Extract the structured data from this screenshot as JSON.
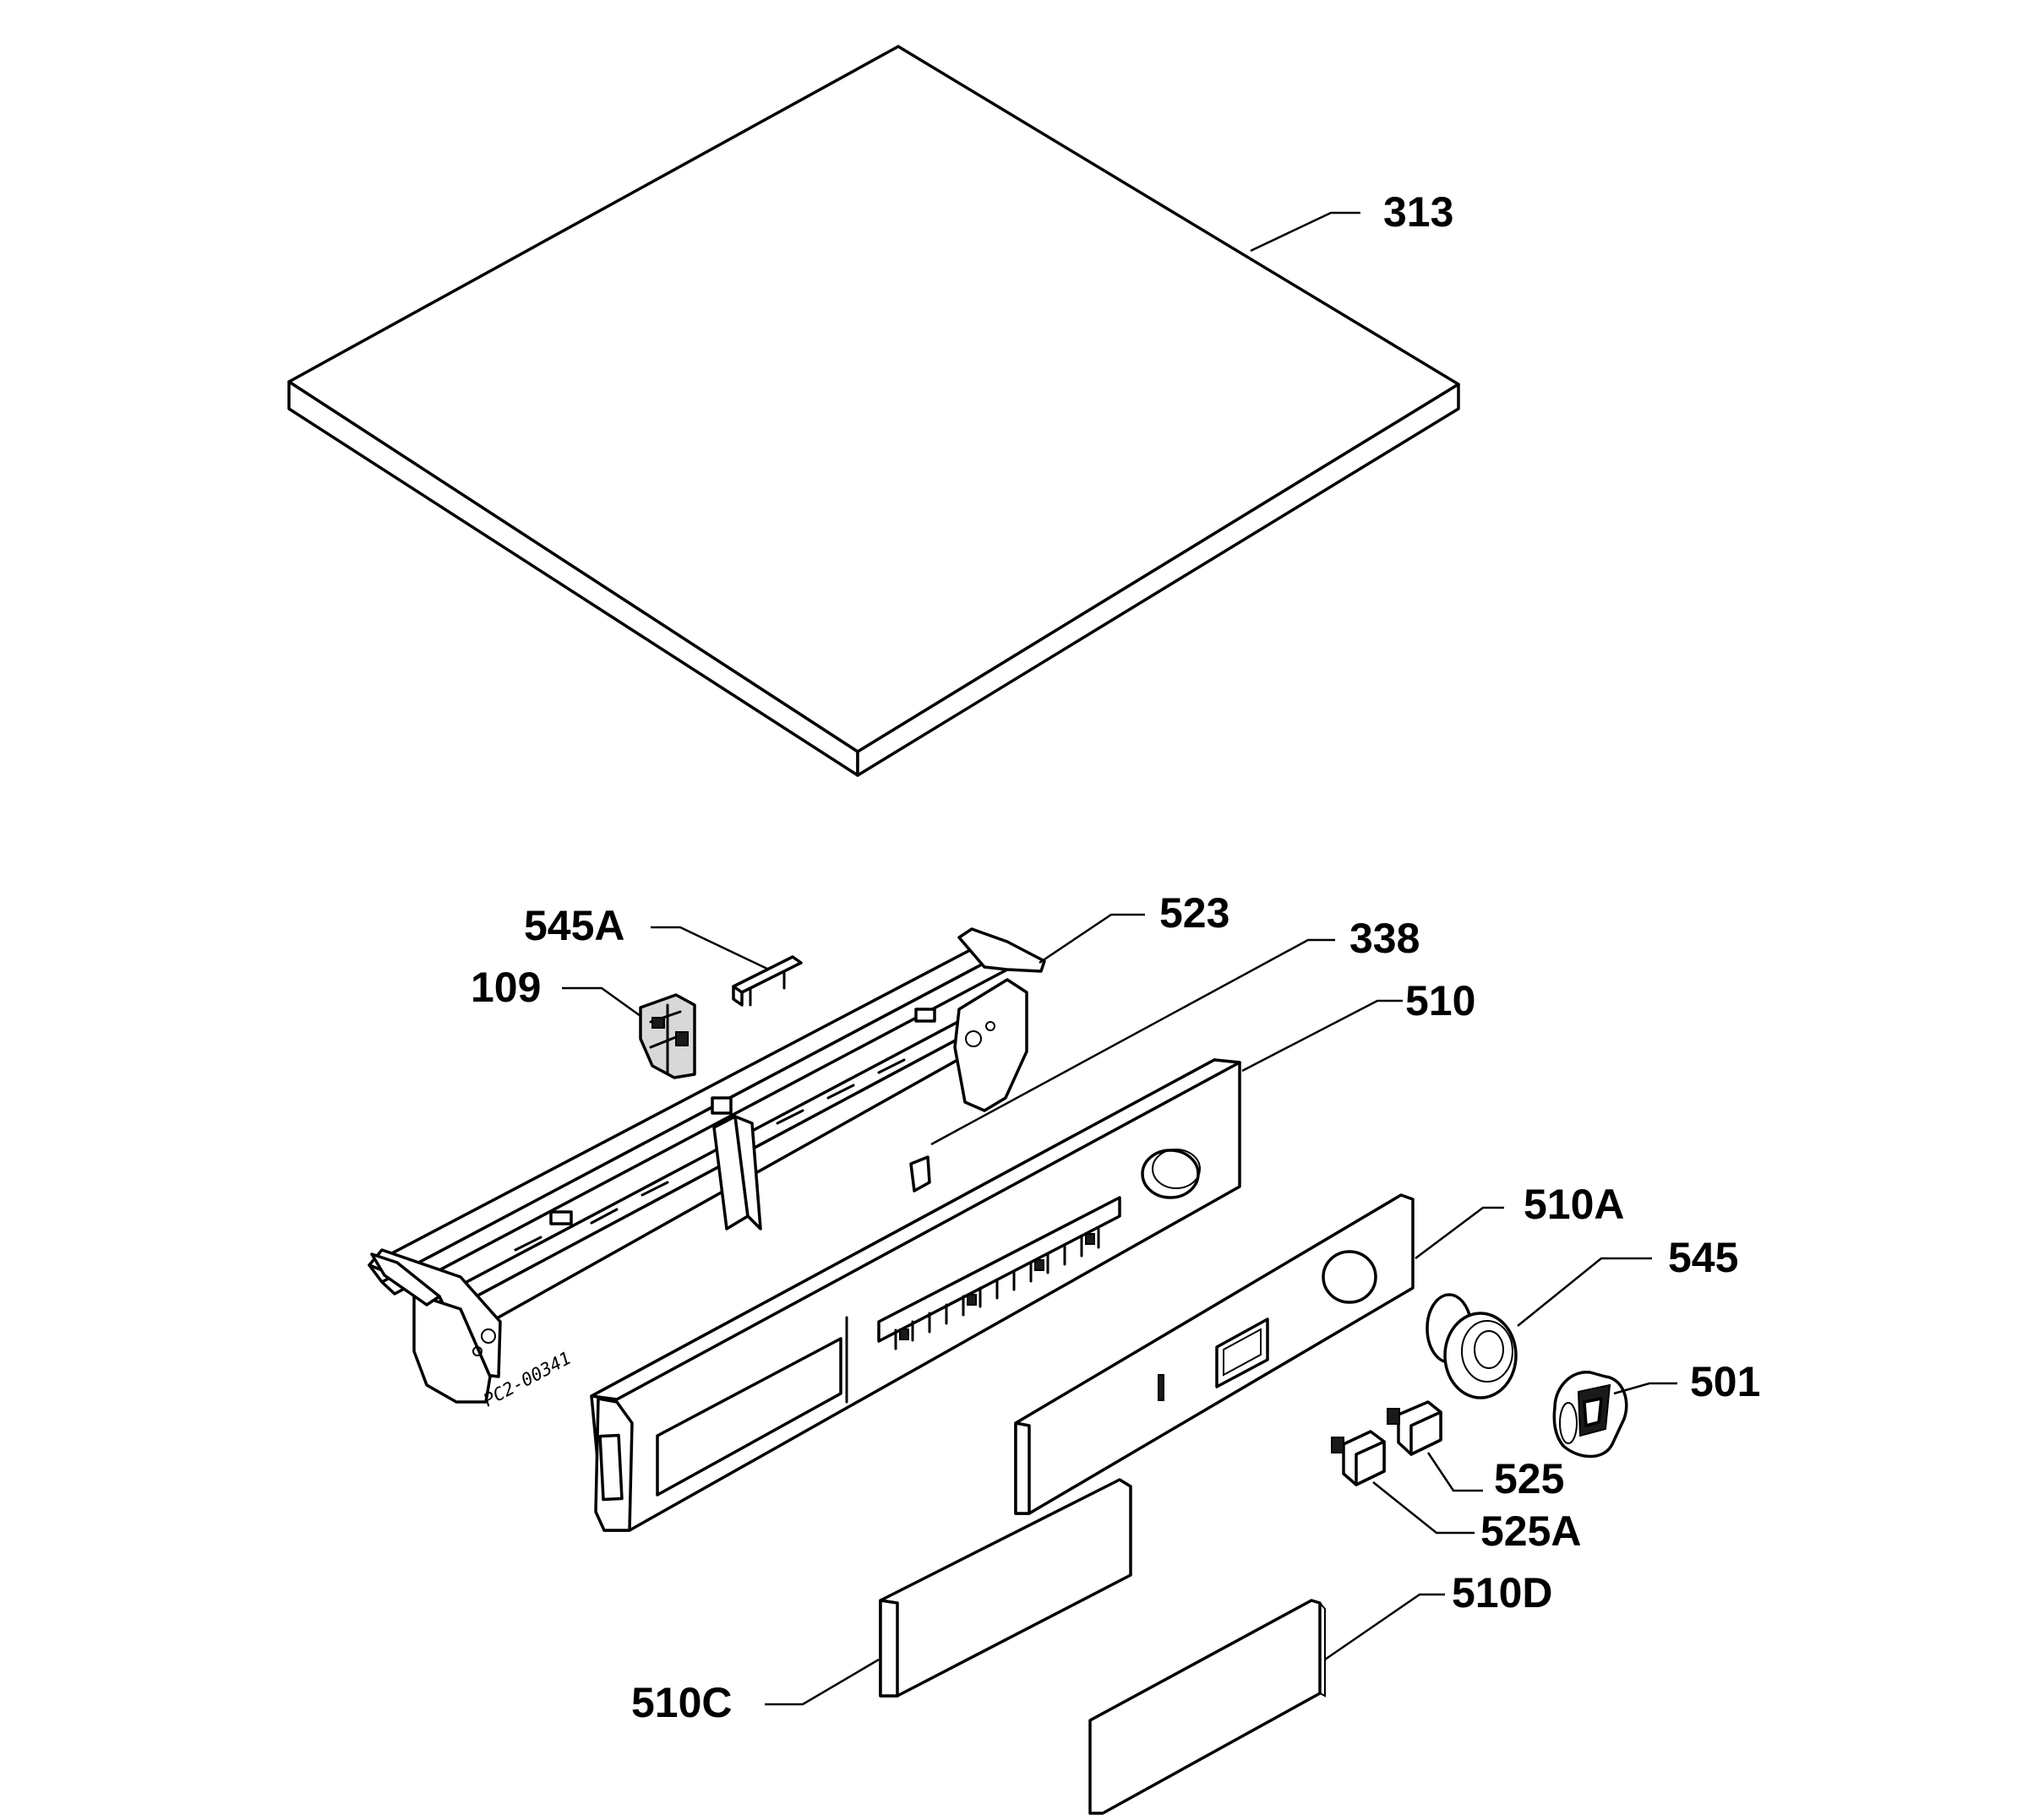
{
  "diagram": {
    "drawing_code": "PC2-00341",
    "colors": {
      "line": "#000000",
      "background": "#ffffff",
      "shade": "#d8d8d8"
    },
    "callouts": [
      {
        "id": "313",
        "label": "313",
        "part": "top-cover-panel"
      },
      {
        "id": "523",
        "label": "523",
        "part": "control-panel-frame"
      },
      {
        "id": "545A",
        "label": "545A",
        "part": "small-clip"
      },
      {
        "id": "109",
        "label": "109",
        "part": "connector-block"
      },
      {
        "id": "338",
        "label": "338",
        "part": "panel-inner-bracket"
      },
      {
        "id": "510",
        "label": "510",
        "part": "control-panel-fascia"
      },
      {
        "id": "510A",
        "label": "510A",
        "part": "fascia-insert"
      },
      {
        "id": "545",
        "label": "545",
        "part": "knob-base"
      },
      {
        "id": "501",
        "label": "501",
        "part": "programme-knob"
      },
      {
        "id": "525",
        "label": "525",
        "part": "push-button"
      },
      {
        "id": "525A",
        "label": "525A",
        "part": "push-button-alt"
      },
      {
        "id": "510C",
        "label": "510C",
        "part": "end-cap-left"
      },
      {
        "id": "510D",
        "label": "510D",
        "part": "end-cap-right"
      }
    ]
  }
}
